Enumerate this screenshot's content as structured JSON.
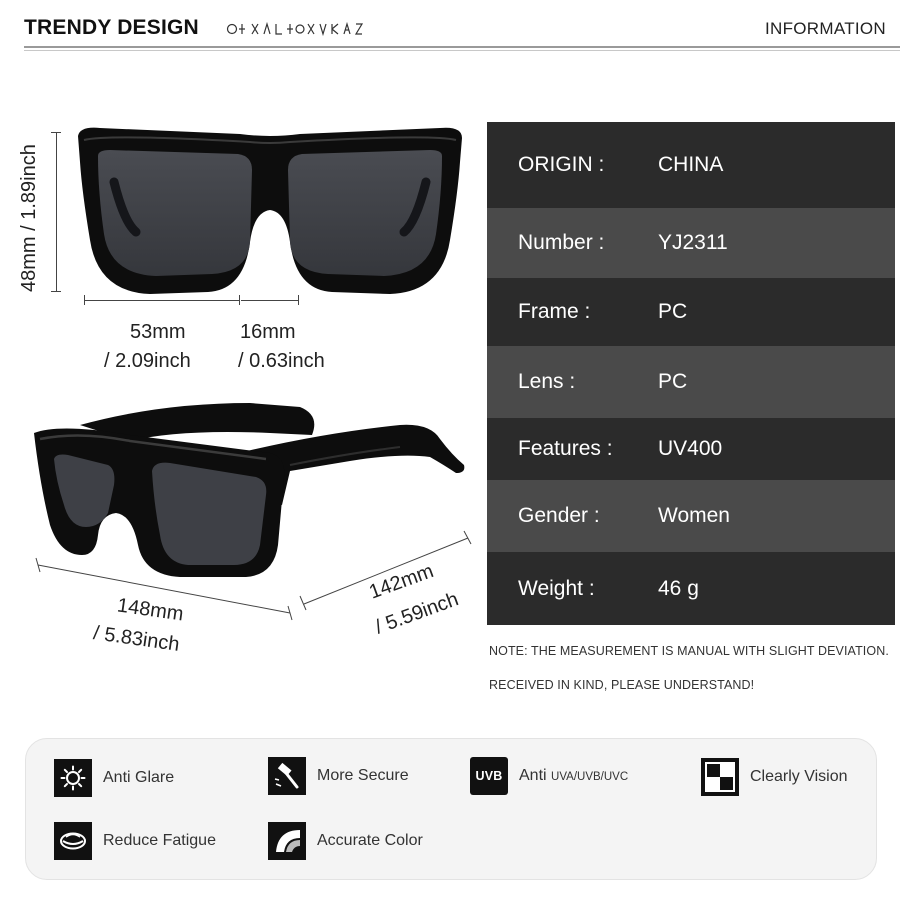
{
  "header": {
    "brand": "TRENDY DESIGN",
    "info": "INFORMATION"
  },
  "dimensions": {
    "lens_height": "48mm / 1.89inch",
    "lens_width_mm": "53mm",
    "lens_width_in": "/ 2.09inch",
    "bridge_mm": "16mm",
    "bridge_in": "/ 0.63inch",
    "frame_width_mm": "148mm",
    "frame_width_in": "/ 5.83inch",
    "temple_mm": "142mm",
    "temple_in": "/ 5.59inch"
  },
  "specs": [
    {
      "key": "ORIGIN :",
      "value": "CHINA"
    },
    {
      "key": "Number :",
      "value": "YJ2311"
    },
    {
      "key": "Frame :",
      "value": "PC"
    },
    {
      "key": "Lens :",
      "value": "PC"
    },
    {
      "key": "Features :",
      "value": "UV400"
    },
    {
      "key": "Gender :",
      "value": "Women"
    },
    {
      "key": "Weight :",
      "value": "46 g"
    }
  ],
  "note": {
    "line1": "NOTE: THE MEASUREMENT IS MANUAL WITH SLIGHT DEVIATION.",
    "line2": "RECEIVED IN KIND, PLEASE UNDERSTAND!"
  },
  "features": {
    "anti_glare": "Anti Glare",
    "more_secure": "More Secure",
    "uvb_badge": "UVB",
    "anti_uv_main": "Anti",
    "anti_uv_small": "UVA/UVB/UVC",
    "clearly_vision": "Clearly Vision",
    "reduce_fatigue": "Reduce Fatigue",
    "accurate_color": "Accurate Color"
  },
  "colors": {
    "spec_row_dark": "#2b2b2b",
    "spec_row_light": "#4a4a4a",
    "frame": "#0d0d0d",
    "lens": "#3f4147"
  }
}
